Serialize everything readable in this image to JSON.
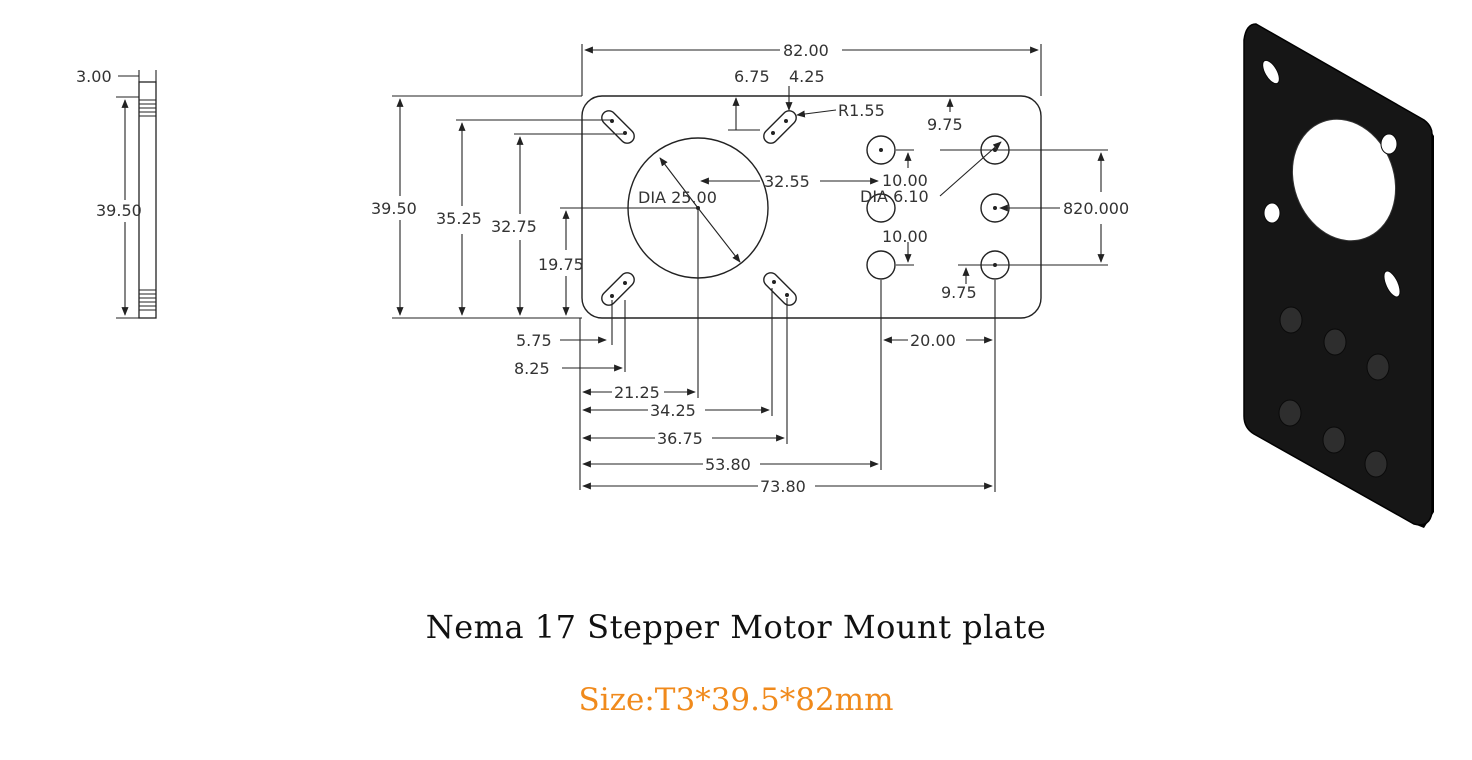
{
  "title": "Nema 17 Stepper Motor Mount plate",
  "subtitle": "Size:T3*39.5*82mm",
  "colors": {
    "line": "#222222",
    "text": "#333333",
    "title": "#111111",
    "subtitle": "#f08a1c",
    "plate_3d": "#161616"
  },
  "side_view": {
    "thickness": "3.00",
    "height": "39.50"
  },
  "front_view": {
    "overall_width": "82.00",
    "overall_height": "39.50",
    "slot_offset_top": "6.75",
    "slot_spacing_top": "4.25",
    "slot_radius": "R1.55",
    "height_35": "35.25",
    "height_32": "32.75",
    "center_height": "19.75",
    "motor_hole": "DIA 25.00",
    "hole_pitch": "32.55",
    "hole_spacing_upper": "10.00",
    "hole_spacing_lower": "10.00",
    "small_hole": "DIA 6.10",
    "right_offset_top": "9.75",
    "right_offset_bottom": "9.75",
    "right_dim": "820.000",
    "left_offset_1": "5.75",
    "left_offset_2": "8.25",
    "column_spacing": "20.00",
    "h_21": "21.25",
    "h_34": "34.25",
    "h_36": "36.75",
    "h_53": "53.80",
    "h_73": "73.80"
  }
}
